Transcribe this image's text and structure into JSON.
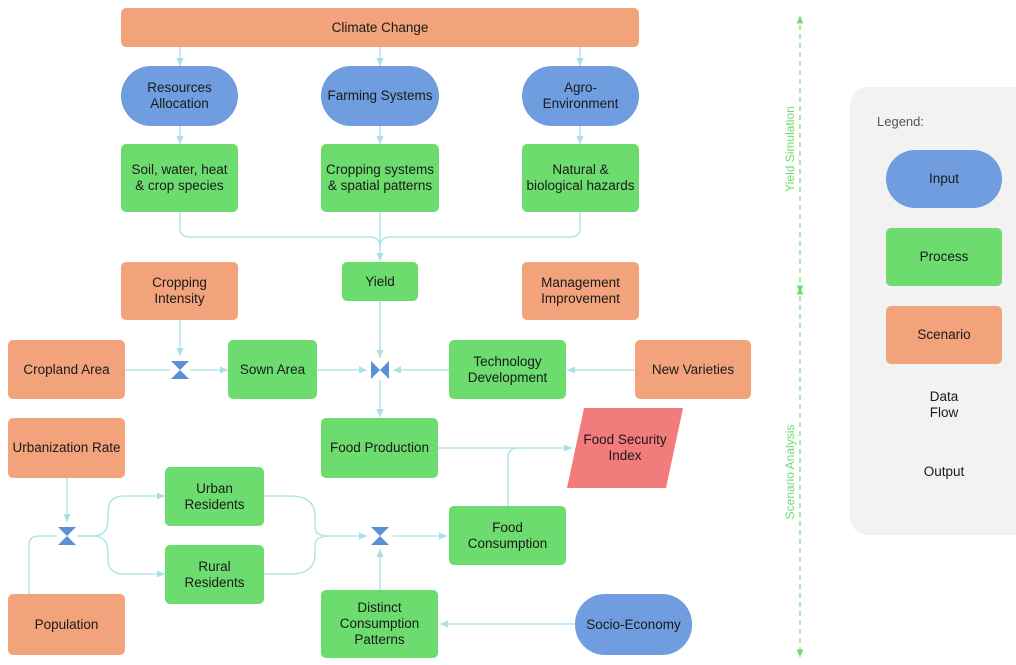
{
  "nodes": {
    "climate_change": "Climate Change",
    "resources_allocation": "Resources\nAllocation",
    "farming_systems": "Farming Systems",
    "agro_environment": "Agro-\nEnvironment",
    "soil_water": "Soil, water, heat\n& crop species",
    "cropping_systems": "Cropping systems\n& spatial patterns",
    "natural_hazards": "Natural &\nbiological hazards",
    "cropping_intensity": "Cropping\nIntensity",
    "yield": "Yield",
    "management_improvement": "Management\nImprovement",
    "cropland_area": "Cropland Area",
    "sown_area": "Sown Area",
    "technology_development": "Technology\nDevelopment",
    "new_varieties": "New Varieties",
    "urbanization_rate": "Urbanization Rate",
    "food_production": "Food Production",
    "food_security_index": "Food Security\nIndex",
    "urban_residents": "Urban\nResidents",
    "rural_residents": "Rural\nResidents",
    "food_consumption": "Food\nConsumption",
    "population": "Population",
    "distinct_consumption": "Distinct\nConsumption\nPatterns",
    "socio_economy": "Socio-Economy"
  },
  "side_labels": {
    "yield_simulation": "Yield Simulation",
    "scenario_analysis": "Scenario Analysis"
  },
  "legend": {
    "title": "Legend:",
    "input": "Input",
    "process": "Process",
    "scenario": "Scenario",
    "data_flow": "Data\nFlow",
    "output": "Output"
  },
  "colors": {
    "input": "#6f9de0",
    "process": "#6cdc6e",
    "scenario": "#f2a37b",
    "output": "#f27b7b",
    "flow": "#a8e0e4",
    "junction": "#5b8fd6",
    "side_guide": "#6cdc6e"
  }
}
